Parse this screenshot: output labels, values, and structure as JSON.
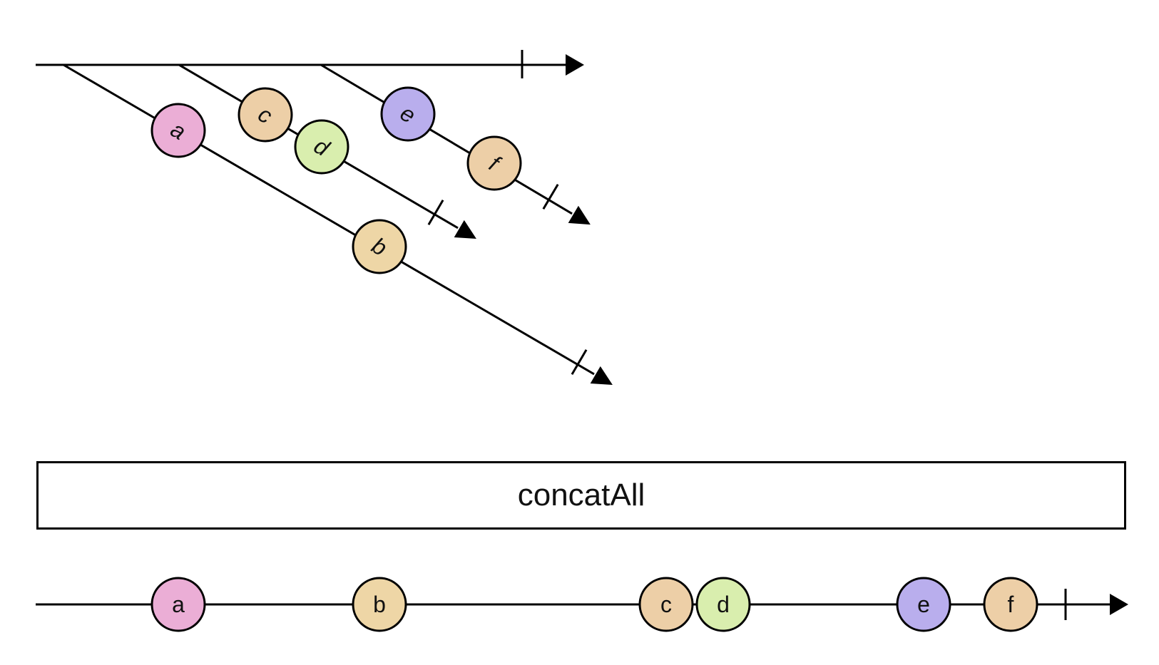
{
  "operator": {
    "label": "concatAll"
  },
  "colors": {
    "line": "#000000",
    "pink": "#ebaed6",
    "tan": "#eed6a6",
    "peach": "#edcfa7",
    "green": "#d9eeae",
    "purple": "#b9aeed"
  },
  "source": {
    "inner_observables": [
      {
        "marbles": [
          {
            "label": "a",
            "color": "pink"
          },
          {
            "label": "b",
            "color": "tan"
          }
        ]
      },
      {
        "marbles": [
          {
            "label": "c",
            "color": "peach"
          },
          {
            "label": "d",
            "color": "green"
          }
        ]
      },
      {
        "marbles": [
          {
            "label": "e",
            "color": "purple"
          },
          {
            "label": "f",
            "color": "peach"
          }
        ]
      }
    ]
  },
  "output": {
    "marbles": [
      {
        "label": "a",
        "color": "pink"
      },
      {
        "label": "b",
        "color": "tan"
      },
      {
        "label": "c",
        "color": "peach"
      },
      {
        "label": "d",
        "color": "green"
      },
      {
        "label": "e",
        "color": "purple"
      },
      {
        "label": "f",
        "color": "peach"
      }
    ]
  }
}
